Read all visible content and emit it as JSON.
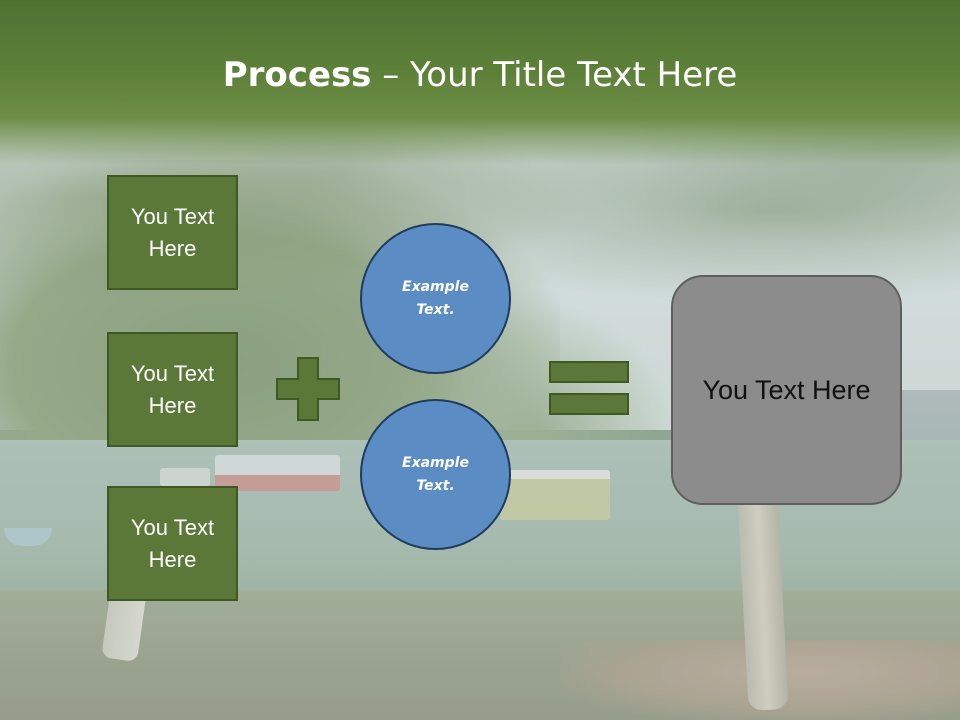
{
  "slide": {
    "title_bold": "Process",
    "title_rest": " – Your Title Text Here"
  },
  "left_boxes": [
    {
      "label": "You Text Here"
    },
    {
      "label": "You Text Here"
    },
    {
      "label": "You Text Here"
    }
  ],
  "circles": [
    {
      "label": "Example Text."
    },
    {
      "label": "Example Text."
    }
  ],
  "result_box": {
    "label": "You Text Here"
  },
  "icons": {
    "operator_1": "plus-icon",
    "operator_2": "equals-icon"
  },
  "colors": {
    "header_green": "#5e8139",
    "box_green": "#5b7838",
    "box_border": "#3e5a22",
    "circle_blue": "#5b8cc3",
    "circle_border": "#1f3c5d",
    "result_gray": "#8c8c8c"
  }
}
